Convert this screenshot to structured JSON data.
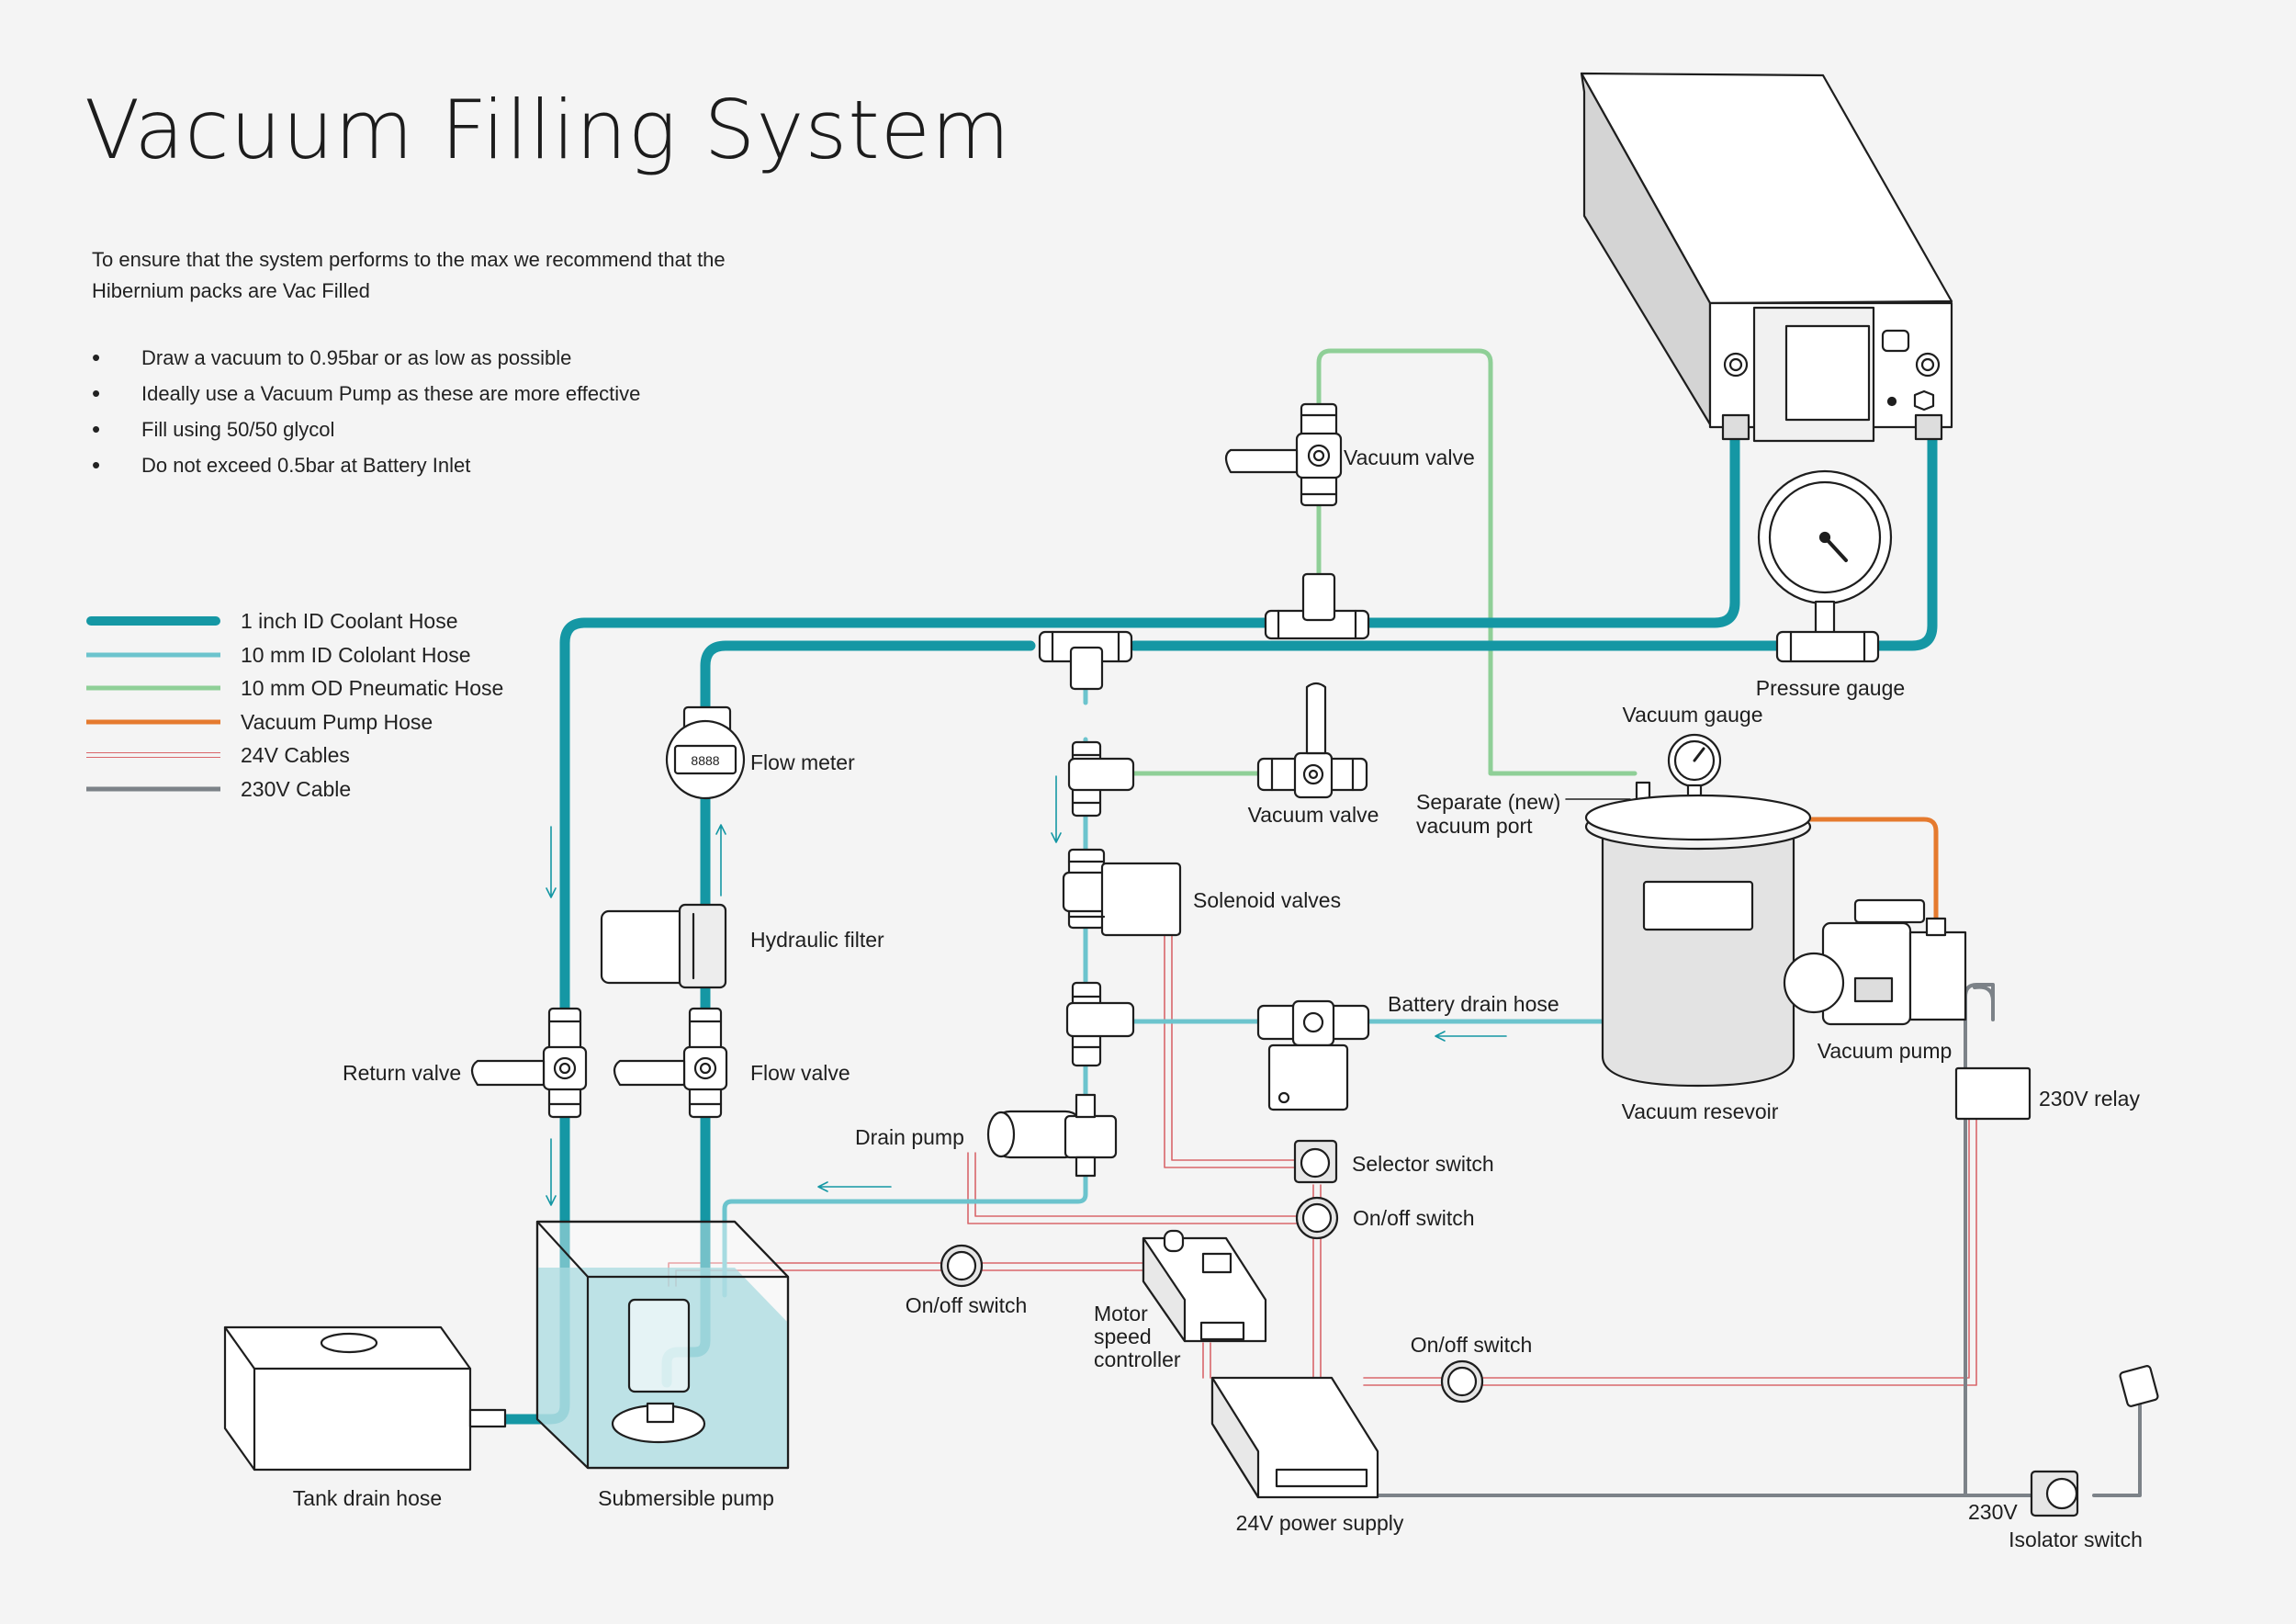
{
  "title": "Vacuum Filling System",
  "intro": "To ensure that the system performs to the max we recommend that the Hibernium packs are Vac Filled",
  "bullets": [
    "Draw a vacuum to 0.95bar or as low as possible",
    "Ideally use a Vacuum Pump as these are more effective",
    "Fill using 50/50 glycol",
    "Do not exceed 0.5bar at Battery Inlet"
  ],
  "legend": [
    {
      "label": "1 inch ID Coolant Hose",
      "color": "#1597a4",
      "style": "thick"
    },
    {
      "label": "10 mm ID Cololant Hose",
      "color": "#6cc4cd",
      "style": "thin"
    },
    {
      "label": "10 mm OD Pneumatic Hose",
      "color": "#8fcf97",
      "style": "thin"
    },
    {
      "label": "Vacuum Pump Hose",
      "color": "#e57a2e",
      "style": "thin"
    },
    {
      "label": "24V Cables",
      "color": "#d9666b",
      "style": "double"
    },
    {
      "label": "230V Cable",
      "color": "#7c8288",
      "style": "thin"
    }
  ],
  "labels": {
    "vacuum_valve_top": "Vacuum valve",
    "pressure_gauge": "Pressure gauge",
    "vacuum_gauge": "Vacuum gauge",
    "flow_meter": "Flow meter",
    "vacuum_valve_mid": "Vacuum valve",
    "separate_port": "Separate (new) vacuum port",
    "solenoid_valves": "Solenoid valves",
    "hydraulic_filter": "Hydraulic filter",
    "battery_drain_hose": "Battery drain hose",
    "vacuum_pump": "Vacuum pump",
    "return_valve": "Return valve",
    "flow_valve": "Flow valve",
    "vacuum_reservoir": "Vacuum resevoir",
    "relay_230v": "230V relay",
    "drain_pump": "Drain pump",
    "selector_switch": "Selector switch",
    "onoff_switch_1": "On/off switch",
    "onoff_switch_2": "On/off switch",
    "motor_speed_controller": "Motor speed controller",
    "onoff_switch_3": "On/off switch",
    "tank_drain_hose": "Tank drain hose",
    "submersible_pump": "Submersible pump",
    "power_supply": "24V power supply",
    "label_230v": "230V",
    "isolator_switch": "Isolator switch",
    "flow_meter_display": "8888"
  },
  "colors": {
    "coolant_thick": "#1597a4",
    "coolant_thin": "#6cc4cd",
    "pneumatic": "#8fcf97",
    "vacuum_pump_hose": "#e57a2e",
    "cable_24v": "#d9666b",
    "cable_230v": "#7c8288",
    "component_fill": "#ffffff",
    "component_stroke": "#1e1e1e",
    "water": "#a9dbe0"
  }
}
